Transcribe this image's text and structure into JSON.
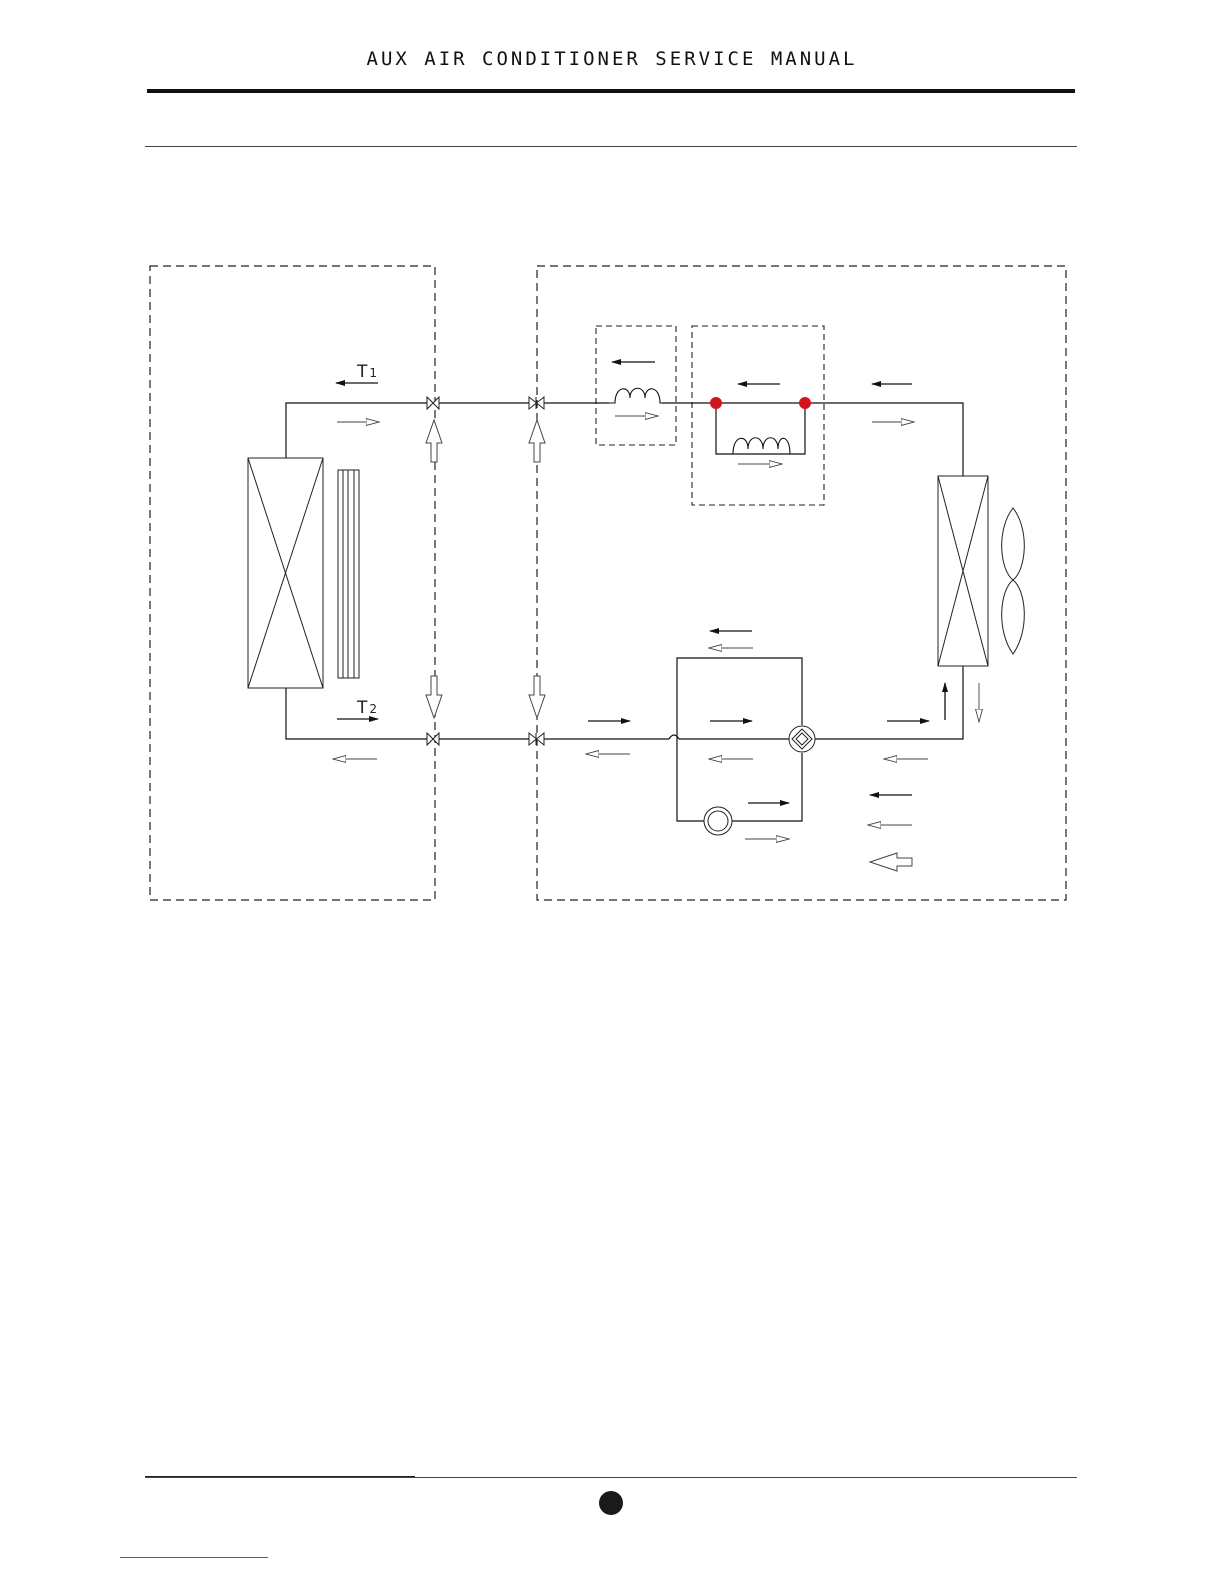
{
  "header": {
    "title": "AUX AIR CONDITIONER SERVICE MANUAL"
  },
  "diagram": {
    "labels": {
      "t1_main": "T",
      "t1_sub": "1",
      "t2_main": "T",
      "t2_sub": "2"
    },
    "colors": {
      "line": "#1a1a1a",
      "node": "#d4141c",
      "hollow_arrow": "#444444"
    }
  }
}
